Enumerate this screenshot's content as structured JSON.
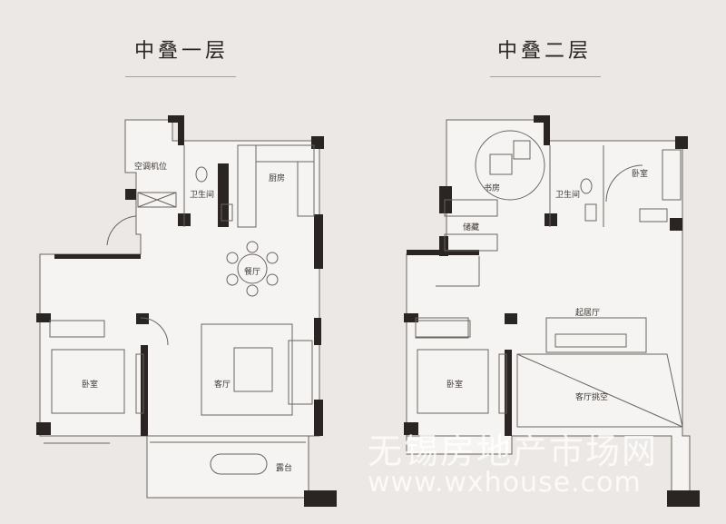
{
  "floors": [
    {
      "title": "中叠一层",
      "rooms": {
        "ac": "空调机位",
        "bath": "卫生间",
        "kitchen": "厨房",
        "dining": "餐厅",
        "bedroom": "卧室",
        "living": "客厅",
        "terrace": "露台"
      }
    },
    {
      "title": "中叠二层",
      "rooms": {
        "study": "书房",
        "bath": "卫生间",
        "bedroom": "卧室",
        "storage": "储藏",
        "family": "起居厅",
        "bedroom2": "卧室",
        "void": "客厅挑空"
      }
    }
  ],
  "watermark": {
    "name": "无锡房地产市场网",
    "url": "www.wxhouse.com"
  },
  "colors": {
    "background": "#ece8e5",
    "wall": "#2a2522",
    "line": "#6b635e",
    "floor": "#f6f4f2"
  }
}
